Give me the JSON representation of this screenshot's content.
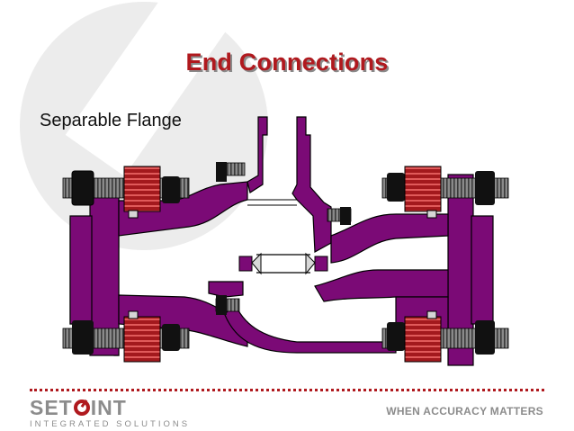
{
  "slide": {
    "title": "End Connections",
    "subtitle": "Separable Flange"
  },
  "footer": {
    "logo_left": "SET",
    "logo_right": "INT",
    "logo_sub": "INTEGRATED SOLUTIONS",
    "tagline": "WHEN ACCURACY MATTERS"
  },
  "colors": {
    "body": "#7b0a76",
    "accent": "#b0191e",
    "bolt": "#5a5a5a",
    "nut_dark": "#111111",
    "logo_gray": "#8c8c8c"
  }
}
